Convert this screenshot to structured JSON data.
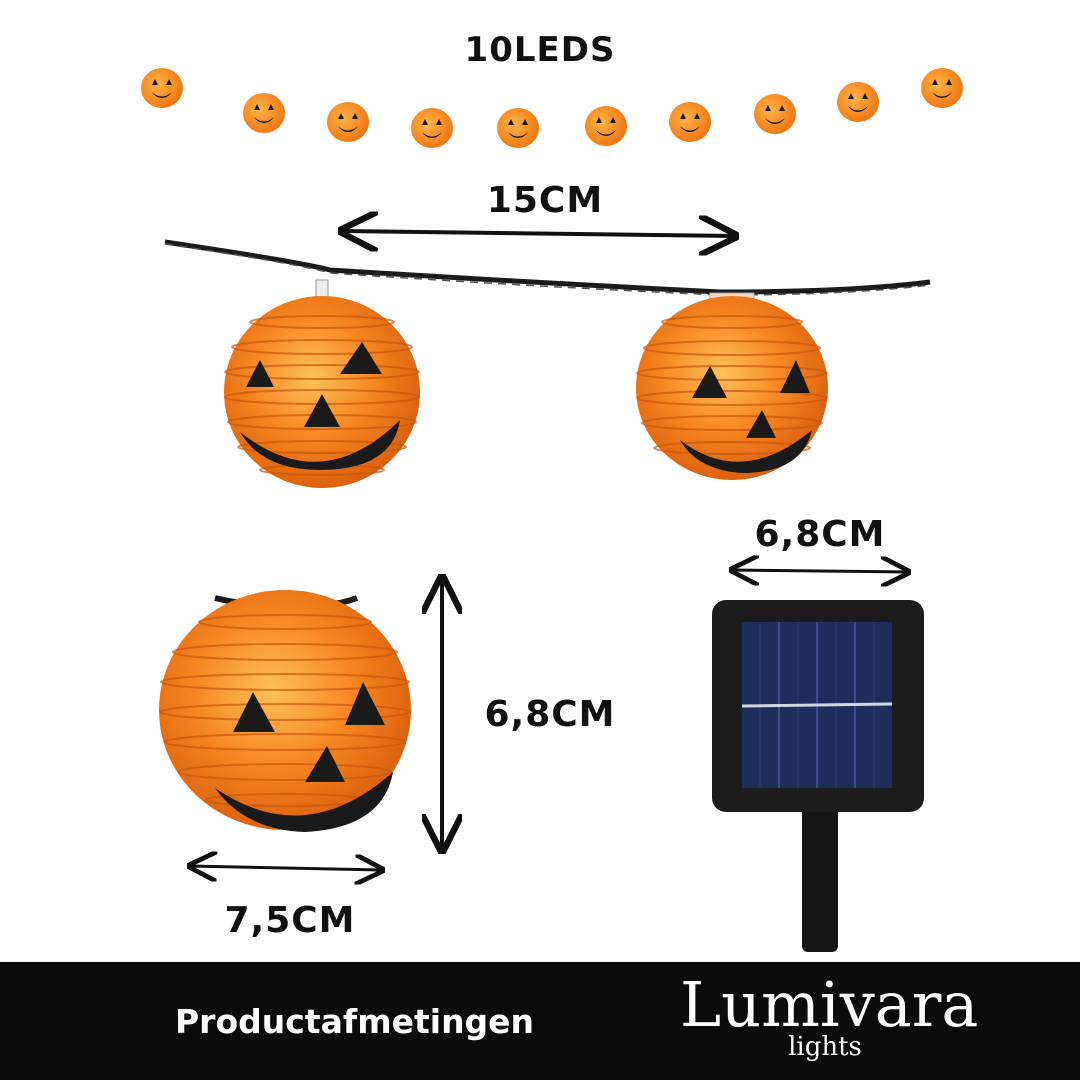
{
  "labels": {
    "led_count": "10LEDS",
    "spacing": "15CM",
    "panel_width": "6,8CM",
    "lantern_height": "6,8CM",
    "lantern_width": "7,5CM"
  },
  "footer": {
    "caption": "Productafmetingen",
    "brand_name": "Lumivara",
    "brand_sub": "lights"
  },
  "colors": {
    "pumpkin": "#f07a1a",
    "pumpkin_light": "#ffb347",
    "face": "#1a1a1a",
    "footer_bg": "#0b0b0b",
    "panel_frame": "#1c1c1c",
    "panel_cells": "#1f2d5a"
  },
  "icons": [
    "pumpkin-lantern-icon",
    "solar-panel-icon",
    "double-arrow-icon"
  ]
}
